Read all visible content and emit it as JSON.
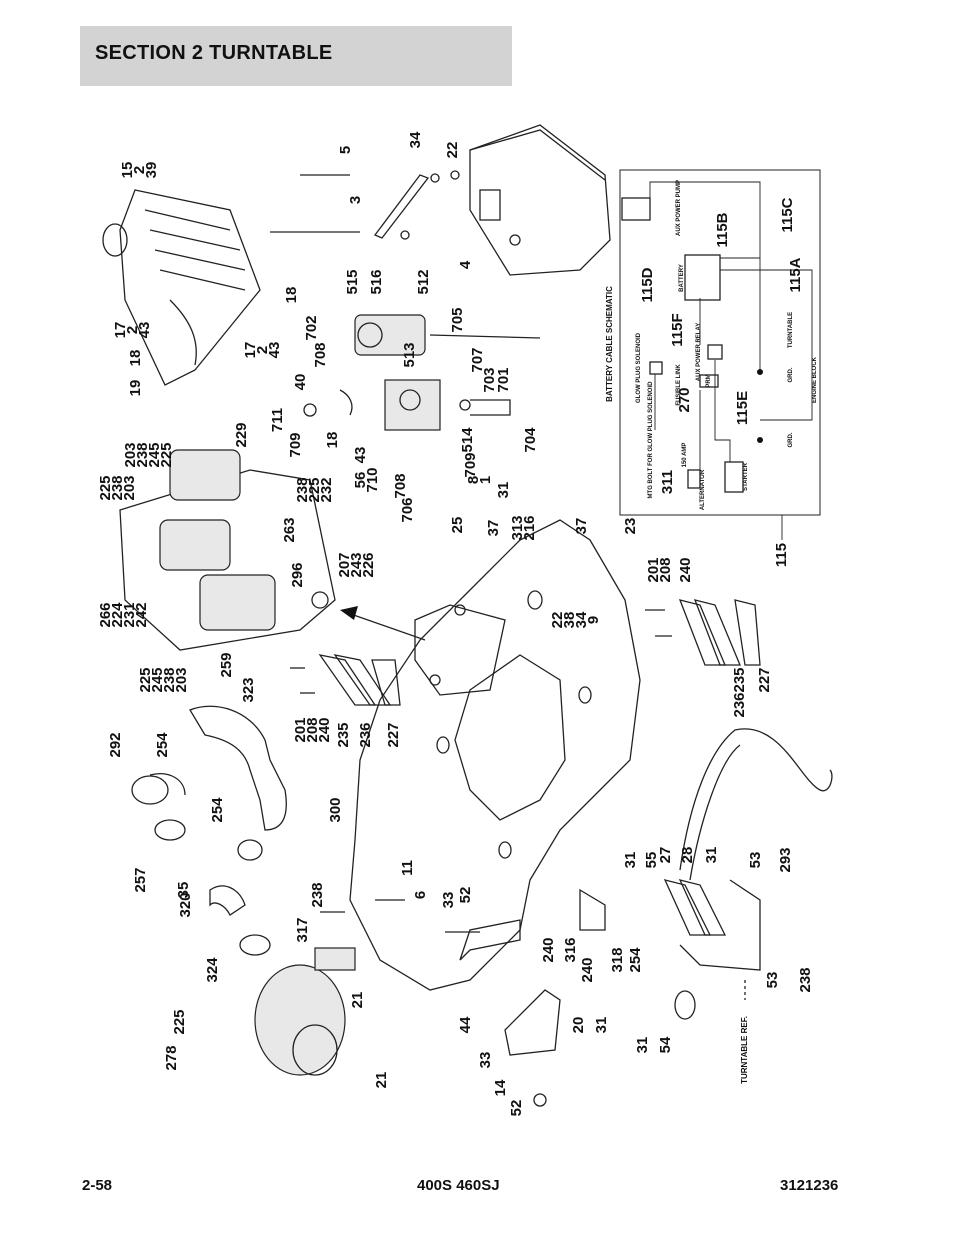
{
  "header": {
    "title": "SECTION 2   TURNTABLE"
  },
  "footer": {
    "page": "2-58",
    "model": "400S 460SJ",
    "doc_number": "3121236"
  },
  "callouts": [
    "15",
    "2",
    "39",
    "5",
    "34",
    "22",
    "3",
    "4",
    "17",
    "2",
    "43",
    "18",
    "17",
    "2",
    "43",
    "18",
    "19",
    "515",
    "516",
    "512",
    "702",
    "708",
    "705",
    "513",
    "707",
    "703",
    "701",
    "40",
    "711",
    "709",
    "18",
    "43",
    "514",
    "709",
    "704",
    "203",
    "238",
    "245",
    "225",
    "229",
    "225",
    "238",
    "203",
    "56",
    "710",
    "8",
    "1",
    "708",
    "31",
    "706",
    "238",
    "225",
    "232",
    "263",
    "25",
    "37",
    "313",
    "216",
    "37",
    "23",
    "266",
    "224",
    "231",
    "242",
    "296",
    "207",
    "243",
    "226",
    "201",
    "208",
    "240",
    "22",
    "38",
    "34",
    "9",
    "225",
    "245",
    "238",
    "203",
    "259",
    "323",
    "235",
    "236",
    "227",
    "201",
    "208",
    "240",
    "235",
    "236",
    "227",
    "292",
    "254",
    "254",
    "300",
    "257",
    "35",
    "11",
    "6",
    "33",
    "52",
    "31",
    "55",
    "27",
    "28",
    "31",
    "53",
    "293",
    "320",
    "238",
    "317",
    "240",
    "316",
    "240",
    "318",
    "254",
    "324",
    "21",
    "44",
    "33",
    "20",
    "31",
    "53",
    "238",
    "225",
    "278",
    "21",
    "14",
    "52",
    "31",
    "54"
  ],
  "schematic": {
    "title": "BATTERY CABLE SCHEMATIC",
    "components": [
      "AUX POWER PUMP",
      "BATTERY",
      "AUX POWER RELAY",
      "GLOW PLUG SOLENOID",
      "FUSIBLE LINK",
      "PRM",
      "MTG BOLT FOR GLOW PLUG SOLENOID",
      "150 AMP",
      "ALTERNATOR",
      "STARTER",
      "TURNTABLE",
      "ENGINE BLOCK",
      "GRD.",
      "GRD."
    ],
    "cables": [
      "115D",
      "115F",
      "115B",
      "115C",
      "115A",
      "270",
      "115E",
      "311"
    ],
    "reference": "115",
    "turntable_ref": "TURNTABLE REF."
  }
}
